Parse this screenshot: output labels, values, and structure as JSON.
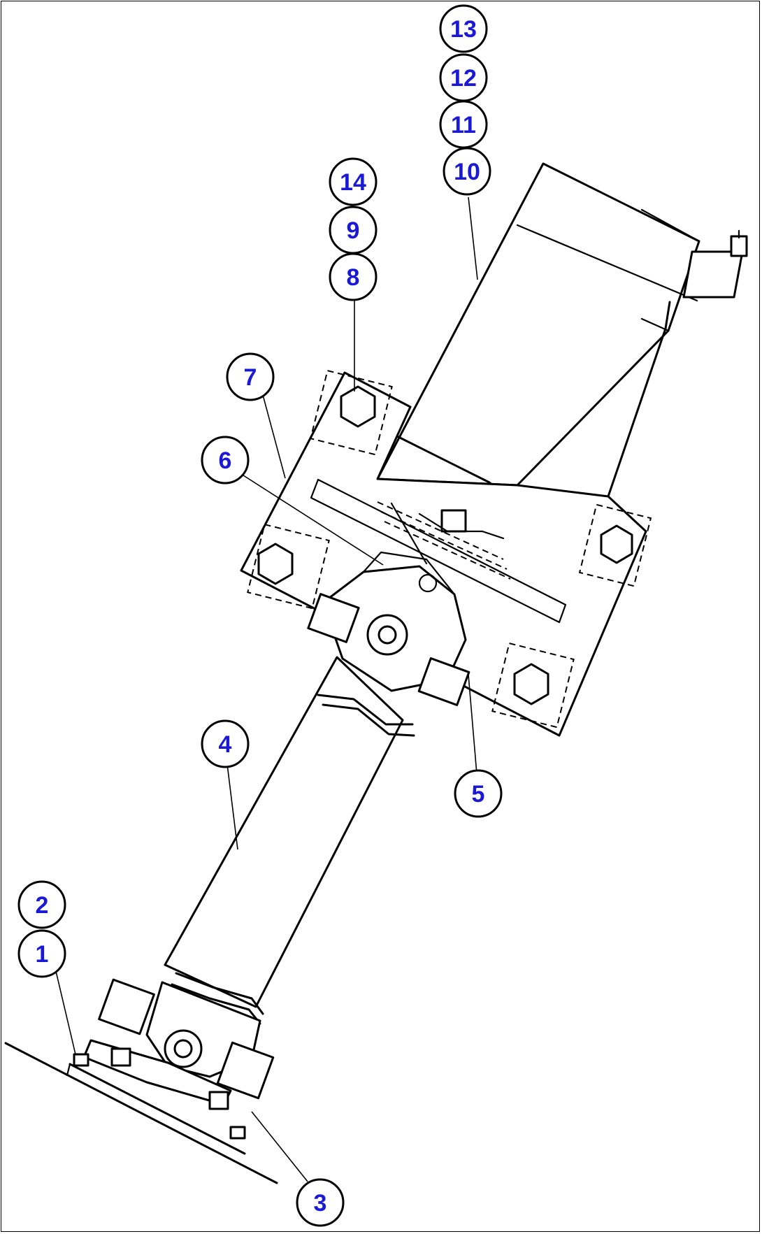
{
  "colors": {
    "callout_text": "#1a1ad6",
    "line": "#000000",
    "background": "#ffffff"
  },
  "callouts": [
    {
      "id": "c1",
      "label": "1"
    },
    {
      "id": "c2",
      "label": "2"
    },
    {
      "id": "c3",
      "label": "3"
    },
    {
      "id": "c4",
      "label": "4"
    },
    {
      "id": "c5",
      "label": "5"
    },
    {
      "id": "c6",
      "label": "6"
    },
    {
      "id": "c7",
      "label": "7"
    },
    {
      "id": "c8",
      "label": "8"
    },
    {
      "id": "c9",
      "label": "9"
    },
    {
      "id": "c10",
      "label": "10"
    },
    {
      "id": "c11",
      "label": "11"
    },
    {
      "id": "c12",
      "label": "12"
    },
    {
      "id": "c13",
      "label": "13"
    },
    {
      "id": "c14",
      "label": "14"
    }
  ]
}
